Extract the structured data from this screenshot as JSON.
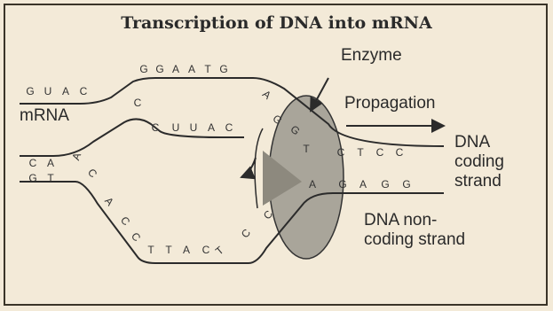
{
  "title": "Transcription of DNA into mRNA",
  "labels": {
    "enzyme": "Enzyme",
    "propagation": "Propagation",
    "mrna": "mRNA",
    "dna_coding": [
      "DNA",
      "coding",
      "strand"
    ],
    "dna_noncoding": [
      "DNA non-",
      "coding strand"
    ]
  },
  "sequences": {
    "mrna_top": [
      "G",
      "U",
      "A",
      "C"
    ],
    "upper_arc": [
      "G",
      "G",
      "A",
      "A",
      "T",
      "G"
    ],
    "coding_lower": [
      "C",
      "C",
      "U",
      "U",
      "A",
      "C"
    ],
    "coding_right": [
      "A",
      "G",
      "G",
      "T",
      "C",
      "T",
      "C",
      "C"
    ],
    "left_top_pair": [
      "C",
      "A"
    ],
    "left_bottom_pair": [
      "G",
      "T"
    ],
    "lower_arc": [
      "A",
      "C",
      "A",
      "C",
      "C",
      "T",
      "T",
      "A",
      "C",
      "T",
      "C",
      "C"
    ],
    "noncoding_right": [
      "A",
      "G",
      "A",
      "G",
      "G"
    ]
  },
  "colors": {
    "background": "#f3ead8",
    "line": "#2b2b2b",
    "enzyme": "#a9a59a"
  }
}
